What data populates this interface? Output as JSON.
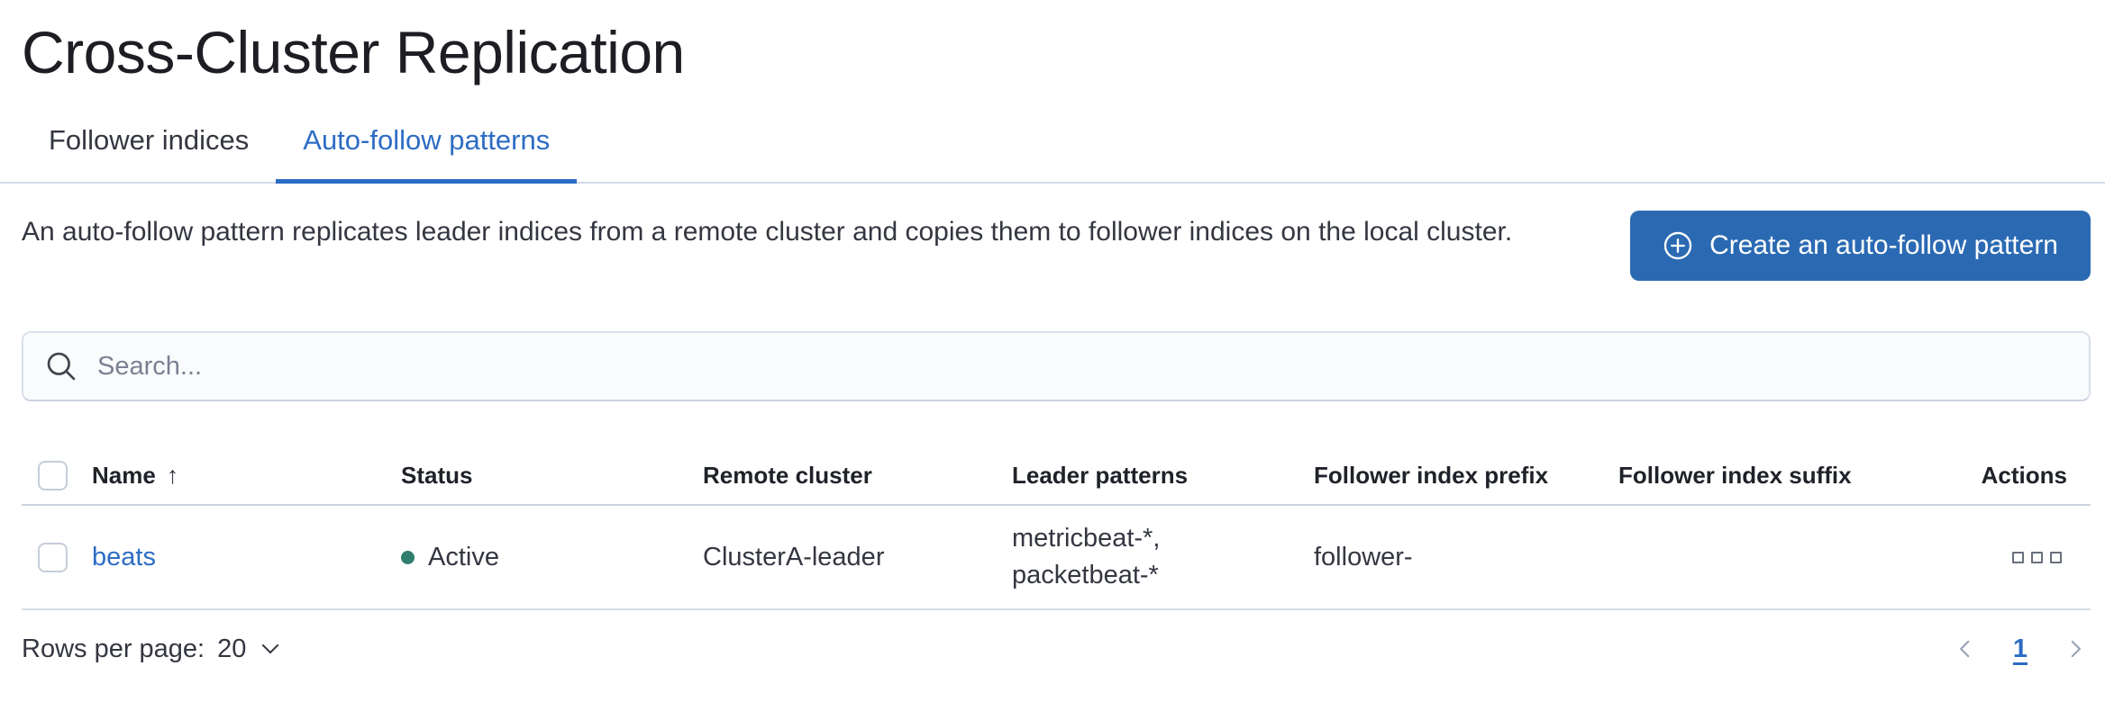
{
  "page": {
    "title": "Cross-Cluster Replication"
  },
  "tabs": {
    "items": [
      {
        "label": "Follower indices",
        "active": false
      },
      {
        "label": "Auto-follow patterns",
        "active": true
      }
    ]
  },
  "intro": {
    "description": "An auto-follow pattern replicates leader indices from a remote cluster and copies them to follower indices on the local cluster.",
    "create_button_label": "Create an auto-follow pattern",
    "create_button_icon": "plus-in-circle-icon"
  },
  "search": {
    "placeholder": "Search...",
    "value": "",
    "icon": "search-icon"
  },
  "table": {
    "headers": {
      "name": "Name",
      "status": "Status",
      "remote_cluster": "Remote cluster",
      "leader_patterns": "Leader patterns",
      "follower_index_prefix": "Follower index prefix",
      "follower_index_suffix": "Follower index suffix",
      "actions": "Actions"
    },
    "sort": {
      "column": "Name",
      "direction": "ascending",
      "icon": "sort-ascending-arrow-icon",
      "glyph": "↑"
    },
    "rows": [
      {
        "name": "beats",
        "status": "Active",
        "remote_cluster": "ClusterA-leader",
        "leader_patterns": [
          "metricbeat-*,",
          "packetbeat-*"
        ],
        "follower_index_prefix": "follower-",
        "follower_index_suffix": "",
        "actions_icon": "all-actions-icon"
      }
    ]
  },
  "footer": {
    "rows_per_page_label": "Rows per page:",
    "rows_per_page_value": "20",
    "pagination": {
      "previous_icon": "chevron-left-icon",
      "current_page": "1",
      "next_icon": "chevron-right-icon"
    }
  },
  "colors": {
    "primary": "#2d6cc4",
    "button_fill": "#2b6ab3",
    "text": "#343741",
    "title_text": "#1d1e24",
    "muted_icon": "#69707d",
    "border_light": "#d3dae6",
    "border_medium": "#ccd3e0",
    "status_active_dot": "#2f7e6e",
    "search_background": "#fafbfd",
    "pagination_arrow": "#98a2b3"
  }
}
